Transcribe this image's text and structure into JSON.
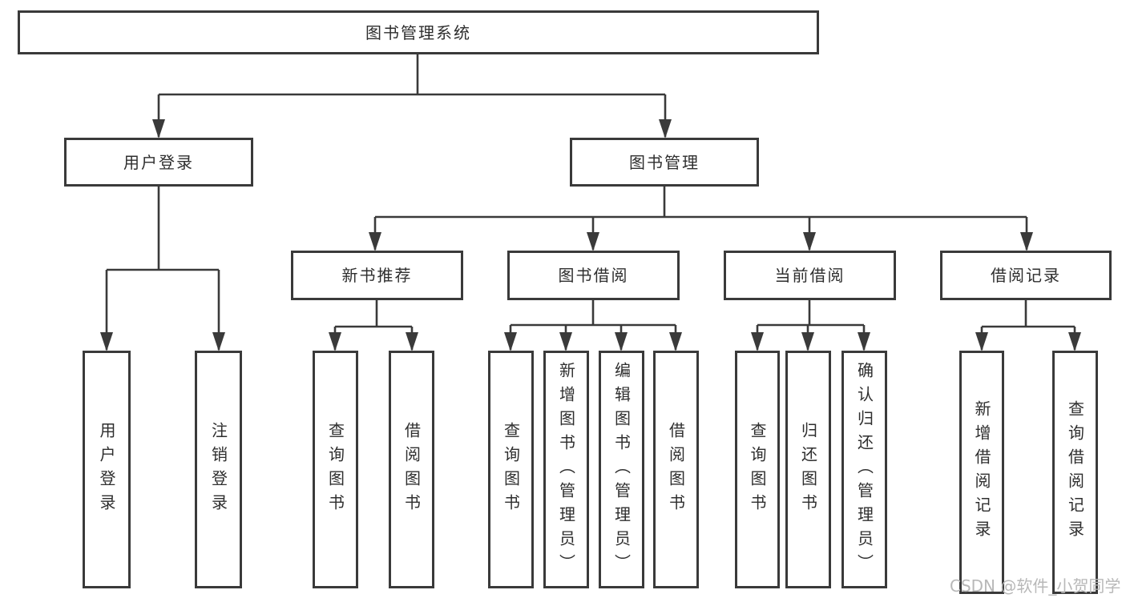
{
  "diagram": {
    "type": "hierarchy-tree",
    "root": {
      "label": "图书管理系统",
      "children": [
        {
          "label": "用户登录",
          "children": [
            {
              "label": "用户登录"
            },
            {
              "label": "注销登录"
            }
          ]
        },
        {
          "label": "图书管理",
          "children": [
            {
              "label": "新书推荐",
              "children": [
                {
                  "label": "查询图书"
                },
                {
                  "label": "借阅图书"
                }
              ]
            },
            {
              "label": "图书借阅",
              "children": [
                {
                  "label": "查询图书"
                },
                {
                  "label": "新增图书（管理员）"
                },
                {
                  "label": "编辑图书（管理员）"
                },
                {
                  "label": "借阅图书"
                }
              ]
            },
            {
              "label": "当前借阅",
              "children": [
                {
                  "label": "查询图书"
                },
                {
                  "label": "归还图书"
                },
                {
                  "label": "确认归还（管理员）"
                }
              ]
            },
            {
              "label": "借阅记录",
              "children": [
                {
                  "label": "新增借阅记录"
                },
                {
                  "label": "查询借阅记录"
                }
              ]
            }
          ]
        }
      ]
    }
  },
  "watermark": {
    "text": "CSDN @软件_小贺同学"
  },
  "colors": {
    "line": "#3a3a3a",
    "box_border": "#3a3a3a",
    "box_fill": "#ffffff",
    "text": "#2e2e2e",
    "watermark": "#b8b8b8",
    "background": "#ffffff"
  }
}
